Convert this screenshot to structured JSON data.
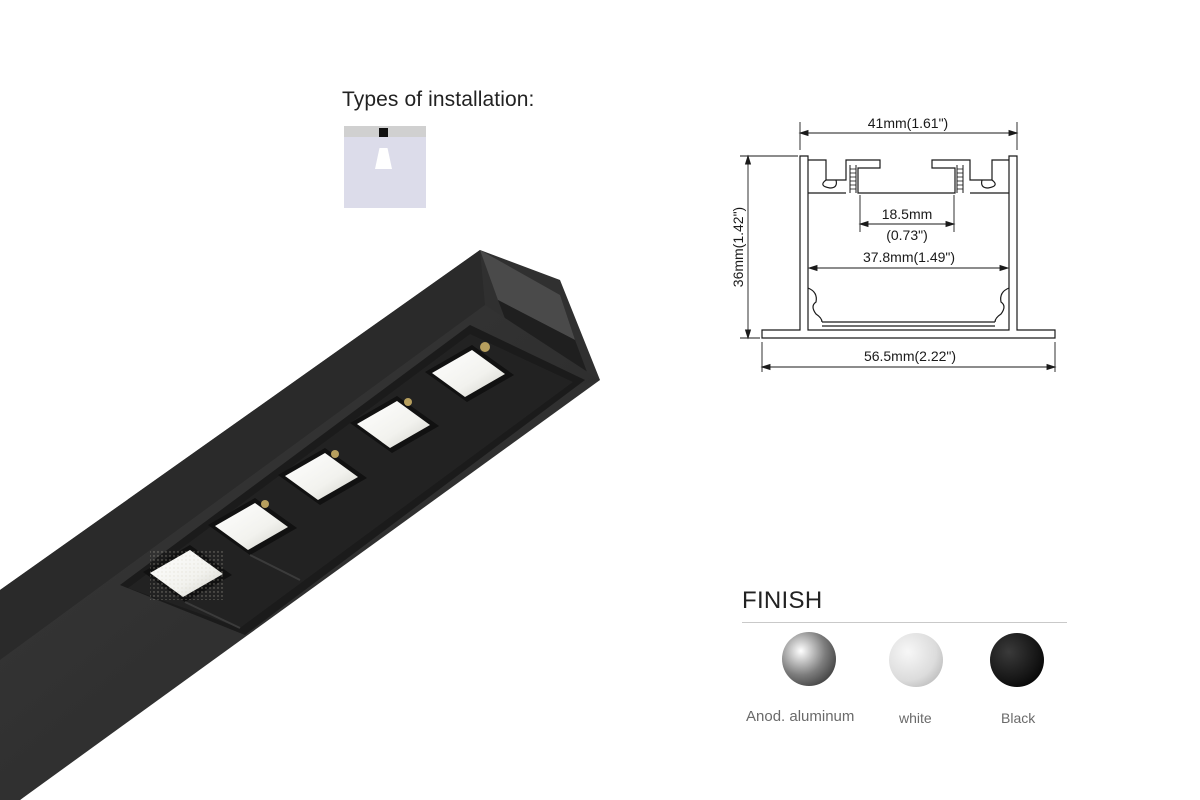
{
  "installation": {
    "title": "Types of installation:",
    "icon": "recessed-ceiling-install-icon"
  },
  "product_image": {
    "icon": "linear-led-grille-fixture-icon",
    "led_modules": 5,
    "body_color": "#2b2b2b"
  },
  "profile_drawing": {
    "top_width": "41mm(1.61\")",
    "height": "36mm(1.42\")",
    "slot_width_line1": "18.5mm",
    "slot_width_line2": "(0.73\")",
    "inner_width": "37.8mm(1.49\")",
    "flange_width": "56.5mm(2.22\")"
  },
  "finish": {
    "title": "FINISH",
    "options": [
      {
        "label": "Anod. aluminum",
        "color": "#9a9a9a",
        "icon": "aluminum-swatch-icon"
      },
      {
        "label": "white",
        "color": "#e4e4e4",
        "icon": "white-swatch-icon"
      },
      {
        "label": "Black",
        "color": "#151515",
        "icon": "black-swatch-icon"
      }
    ]
  }
}
